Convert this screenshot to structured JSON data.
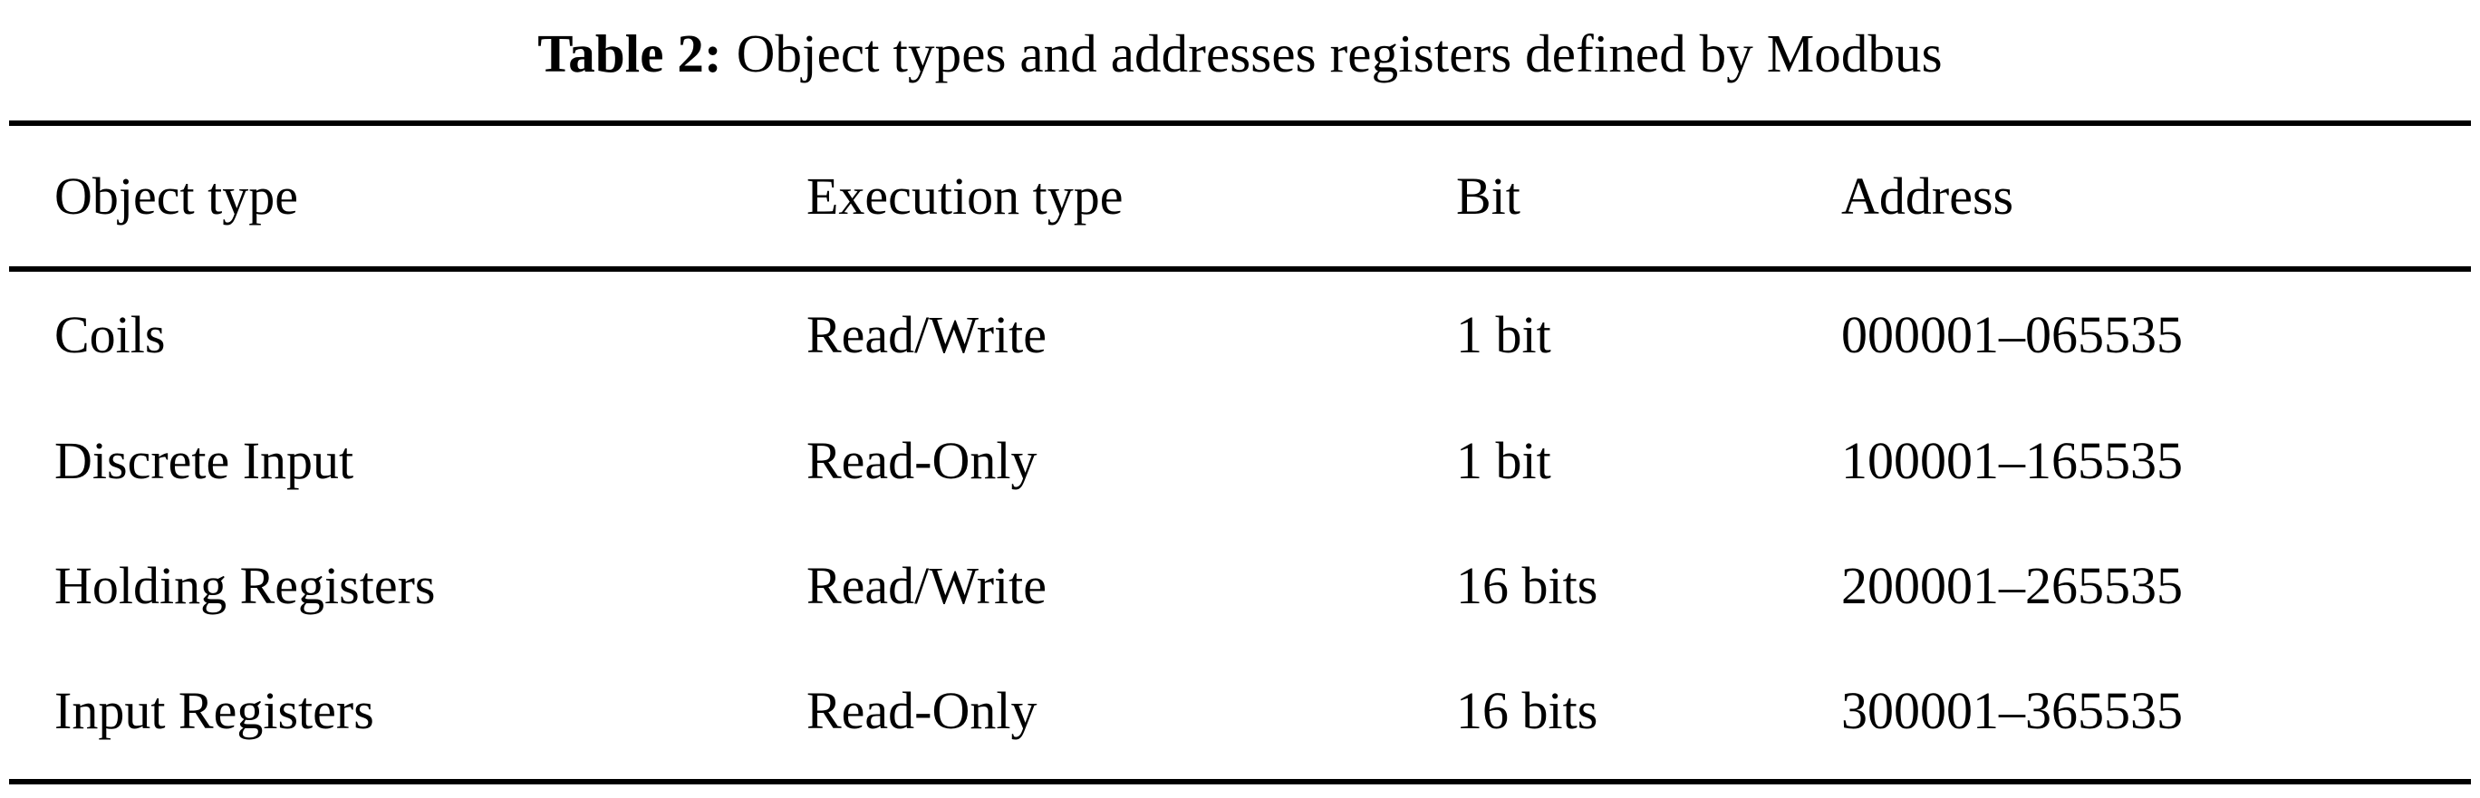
{
  "caption": {
    "label": "Table 2:",
    "text": "Object types and addresses registers defined by Modbus",
    "full": "Table 2: Object types and addresses registers defined by Modbus"
  },
  "table": {
    "columns": [
      "Object type",
      "Execution type",
      "Bit",
      "Address"
    ],
    "rows": [
      {
        "object_type": "Coils",
        "execution_type": "Read/Write",
        "bit": "1 bit",
        "address": "000001–065535"
      },
      {
        "object_type": "Discrete Input",
        "execution_type": "Read-Only",
        "bit": "1 bit",
        "address": "100001–165535"
      },
      {
        "object_type": "Holding Registers",
        "execution_type": "Read/Write",
        "bit": "16 bits",
        "address": "200001–265535"
      },
      {
        "object_type": "Input Registers",
        "execution_type": "Read-Only",
        "bit": "16 bits",
        "address": "300001–365535"
      }
    ]
  },
  "style": {
    "text_color": "#000000",
    "background_color": "#ffffff",
    "rule_color": "#000000"
  }
}
